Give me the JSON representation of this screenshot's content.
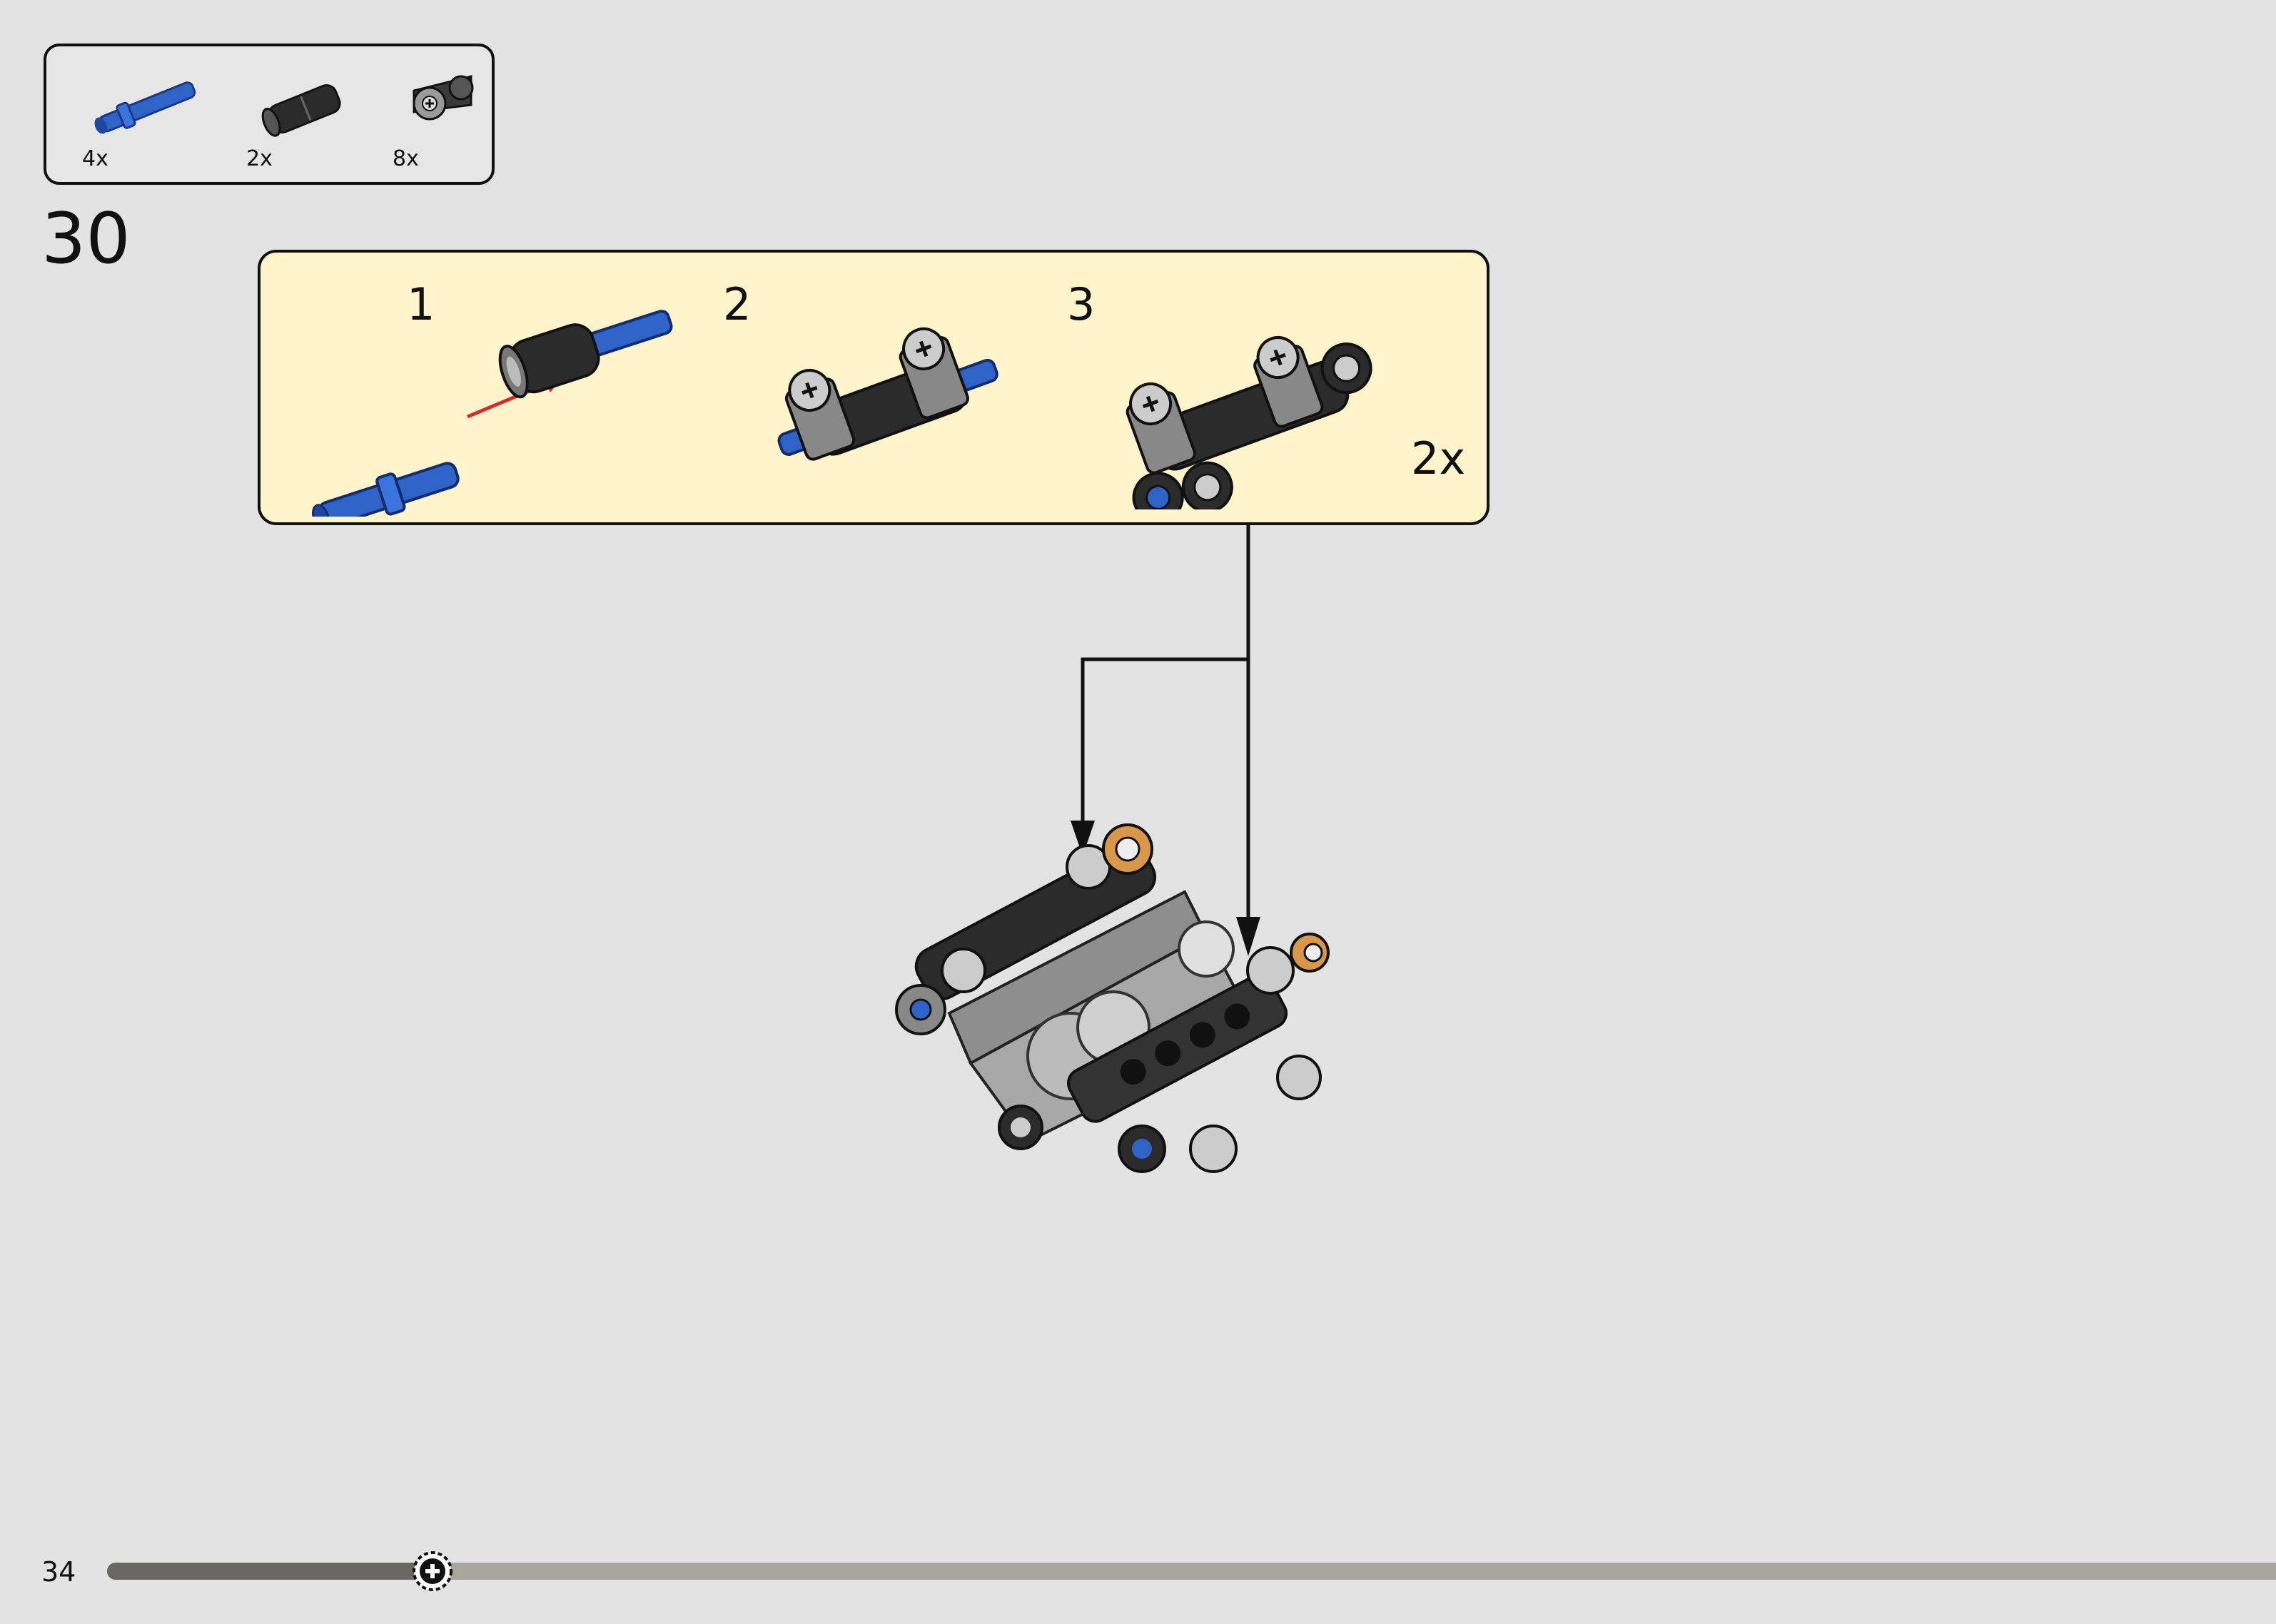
{
  "parts": [
    {
      "name": "blue-axle-pin",
      "qty": "4x"
    },
    {
      "name": "black-connector",
      "qty": "2x"
    },
    {
      "name": "grey-cross-block",
      "qty": "8x"
    }
  ],
  "step": {
    "number": "30"
  },
  "substeps": [
    {
      "number": "1"
    },
    {
      "number": "2"
    },
    {
      "number": "3"
    }
  ],
  "sub_multiplier": "2x",
  "footer": {
    "page_number": "34",
    "progress": 0.15
  },
  "colors": {
    "background": "#e3e3e3",
    "substep_bg": "#fff4cc",
    "blue": "#2f63c7",
    "black_part": "#2b2b2b",
    "arrow_red": "#d62b2b",
    "orange": "#d9974a"
  }
}
